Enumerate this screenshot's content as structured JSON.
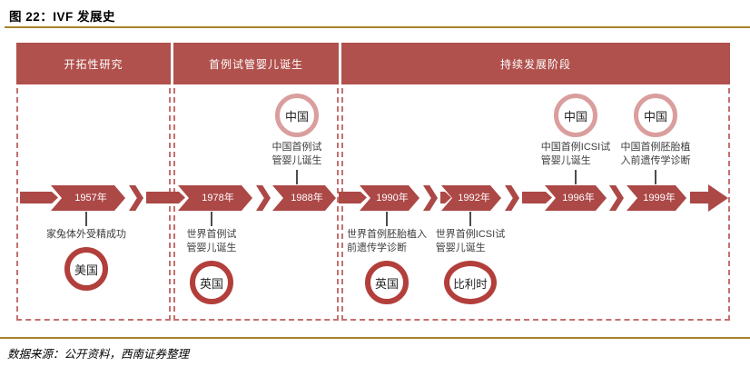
{
  "title": "图 22：IVF 发展史",
  "source_note": "数据来源：公开资料，西南证券整理",
  "sections": [
    {
      "label": "开拓性研究"
    },
    {
      "label": "首例试管婴儿诞生"
    },
    {
      "label": "持续发展阶段"
    }
  ],
  "milestones": [
    {
      "year": "1957年",
      "side": "bottom",
      "country": "美国",
      "lines": [
        "家兔体外受精成功"
      ]
    },
    {
      "year": "1978年",
      "side": "bottom",
      "country": "英国",
      "lines": [
        "世界首例试",
        "管婴儿诞生"
      ]
    },
    {
      "year": "1988年",
      "side": "top",
      "country": "中国",
      "lines": [
        "中国首例试",
        "管婴儿诞生"
      ]
    },
    {
      "year": "1990年",
      "side": "bottom",
      "country": "英国",
      "lines": [
        "世界首例胚胎植入",
        "前遗传学诊断"
      ]
    },
    {
      "year": "1992年",
      "side": "bottom",
      "country": "比利时",
      "lines": [
        "世界首例ICSI试",
        "管婴儿诞生"
      ]
    },
    {
      "year": "1996年",
      "side": "top",
      "country": "中国",
      "lines": [
        "中国首例ICSI试",
        "管婴儿诞生"
      ]
    },
    {
      "year": "1999年",
      "side": "top",
      "country": "中国",
      "lines": [
        "中国首例胚胎植",
        "入前遗传学诊断"
      ]
    }
  ],
  "colors": {
    "timeline_red": "#ac4846",
    "band_red": "#b1514d",
    "china_ring": "#d99e9d",
    "country_ring": "#b23f3b",
    "dashed_border": "#c4706e",
    "gold_line": "#a8832c"
  }
}
